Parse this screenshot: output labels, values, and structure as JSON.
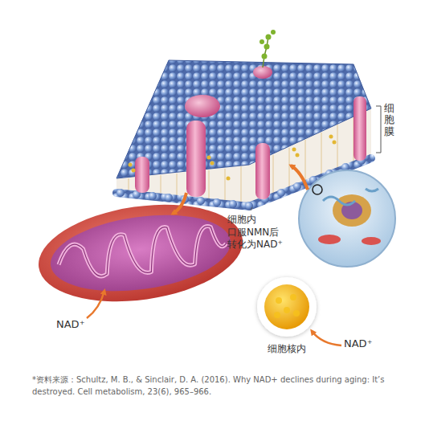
{
  "diagram": {
    "caption": "*资料来源：Schultz, M. B., & Sinclair, D. A. (2016). Why NAD+ declines during aging: It’s destroyed. Cell metabolism, 23(6), 965–966.",
    "nodes": [
      {
        "text": [
          "细胞核内"
        ]
      }
    ],
    "labels": [
      "细胞膜",
      "细胞内 口服NMN后 转化为NAD⁺",
      "NAD⁺",
      "NAD⁺"
    ]
  }
}
